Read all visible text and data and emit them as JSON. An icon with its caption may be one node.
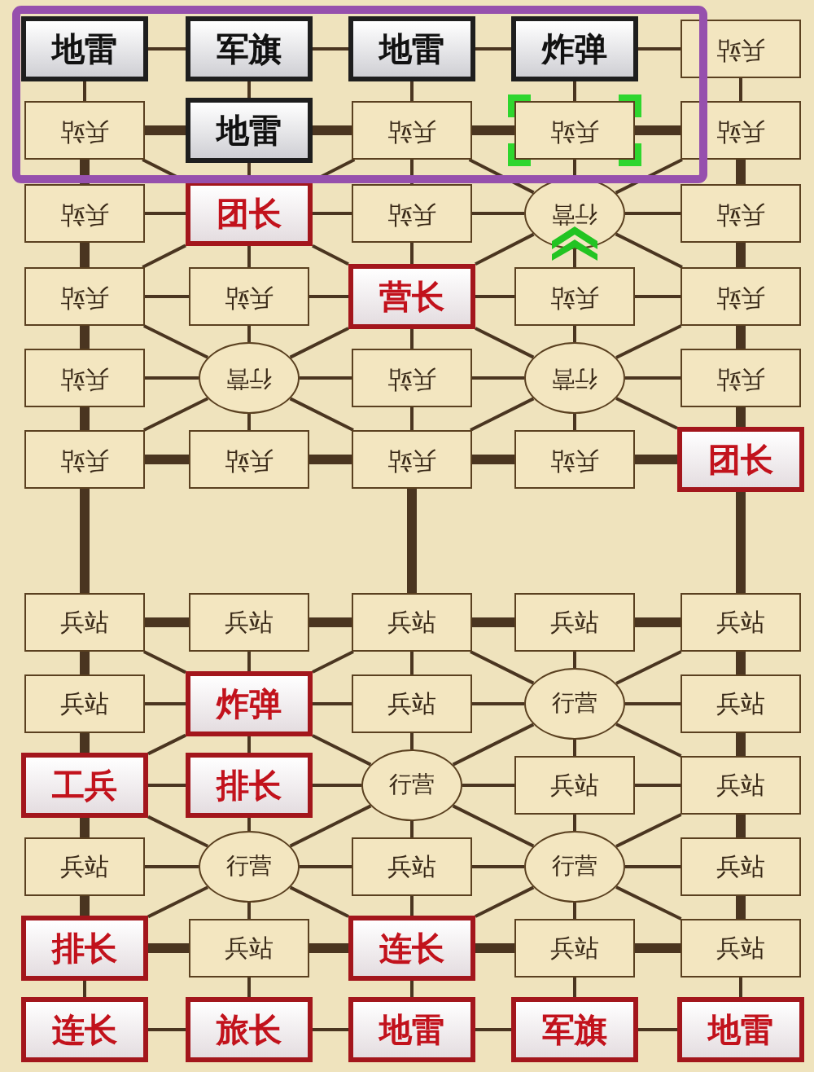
{
  "diagram": {
    "nodes": [
      {
        "text": [
          "地雷"
        ]
      },
      {
        "text": [
          "军旗"
        ]
      },
      {
        "text": [
          "地雷"
        ]
      },
      {
        "text": [
          "炸弹"
        ]
      },
      {
        "text": [
          "兵站"
        ]
      },
      {
        "text": [
          "兵站"
        ]
      },
      {
        "text": [
          "地雷"
        ]
      },
      {
        "text": [
          "兵站"
        ]
      },
      {
        "text": [
          "兵站"
        ]
      },
      {
        "text": [
          "兵站"
        ]
      },
      {
        "text": [
          "兵站"
        ]
      },
      {
        "text": [
          "团长"
        ]
      },
      {
        "text": [
          "兵站"
        ]
      },
      {
        "text": [
          "行营"
        ]
      },
      {
        "text": [
          "兵站"
        ]
      },
      {
        "text": [
          "兵站"
        ]
      },
      {
        "text": [
          "兵站"
        ]
      },
      {
        "text": [
          "营长"
        ]
      },
      {
        "text": [
          "兵站"
        ]
      },
      {
        "text": [
          "兵站"
        ]
      },
      {
        "text": [
          "兵站"
        ]
      },
      {
        "text": [
          "行营"
        ]
      },
      {
        "text": [
          "兵站"
        ]
      },
      {
        "text": [
          "行营"
        ]
      },
      {
        "text": [
          "兵站"
        ]
      },
      {
        "text": [
          "兵站"
        ]
      },
      {
        "text": [
          "兵站"
        ]
      },
      {
        "text": [
          "兵站"
        ]
      },
      {
        "text": [
          "兵站"
        ]
      },
      {
        "text": [
          "团长"
        ]
      },
      {
        "text": [
          "兵站"
        ]
      },
      {
        "text": [
          "兵站"
        ]
      },
      {
        "text": [
          "兵站"
        ]
      },
      {
        "text": [
          "兵站"
        ]
      },
      {
        "text": [
          "兵站"
        ]
      },
      {
        "text": [
          "兵站"
        ]
      },
      {
        "text": [
          "炸弹"
        ]
      },
      {
        "text": [
          "兵站"
        ]
      },
      {
        "text": [
          "行营"
        ]
      },
      {
        "text": [
          "兵站"
        ]
      },
      {
        "text": [
          "工兵"
        ]
      },
      {
        "text": [
          "排长"
        ]
      },
      {
        "text": [
          "行营"
        ]
      },
      {
        "text": [
          "兵站"
        ]
      },
      {
        "text": [
          "兵站"
        ]
      },
      {
        "text": [
          "兵站"
        ]
      },
      {
        "text": [
          "行营"
        ]
      },
      {
        "text": [
          "兵站"
        ]
      },
      {
        "text": [
          "行营"
        ]
      },
      {
        "text": [
          "兵站"
        ]
      },
      {
        "text": [
          "排长"
        ]
      },
      {
        "text": [
          "兵站"
        ]
      },
      {
        "text": [
          "连长"
        ]
      },
      {
        "text": [
          "兵站"
        ]
      },
      {
        "text": [
          "兵站"
        ]
      },
      {
        "text": [
          "连长"
        ]
      },
      {
        "text": [
          "旅长"
        ]
      },
      {
        "text": [
          "地雷"
        ]
      },
      {
        "text": [
          "军旗"
        ]
      },
      {
        "text": [
          "地雷"
        ]
      }
    ],
    "edges": [
      {
        "from": 0,
        "to": 1,
        "arrow": "none"
      },
      {
        "from": 1,
        "to": 2,
        "arrow": "none"
      },
      {
        "from": 2,
        "to": 3,
        "arrow": "none"
      },
      {
        "from": 3,
        "to": 4,
        "arrow": "none"
      },
      {
        "from": 5,
        "to": 6,
        "arrow": "none",
        "style": "thick"
      },
      {
        "from": 6,
        "to": 7,
        "arrow": "none",
        "style": "thick"
      },
      {
        "from": 7,
        "to": 8,
        "arrow": "none",
        "style": "thick"
      },
      {
        "from": 8,
        "to": 9,
        "arrow": "none",
        "style": "thick"
      },
      {
        "from": 10,
        "to": 11,
        "arrow": "none"
      },
      {
        "from": 11,
        "to": 12,
        "arrow": "none"
      },
      {
        "from": 12,
        "to": 13,
        "arrow": "none"
      },
      {
        "from": 13,
        "to": 14,
        "arrow": "none"
      },
      {
        "from": 15,
        "to": 16,
        "arrow": "none"
      },
      {
        "from": 16,
        "to": 17,
        "arrow": "none"
      },
      {
        "from": 17,
        "to": 18,
        "arrow": "none"
      },
      {
        "from": 18,
        "to": 19,
        "arrow": "none"
      },
      {
        "from": 20,
        "to": 21,
        "arrow": "none"
      },
      {
        "from": 21,
        "to": 22,
        "arrow": "none"
      },
      {
        "from": 22,
        "to": 23,
        "arrow": "none"
      },
      {
        "from": 23,
        "to": 24,
        "arrow": "none"
      },
      {
        "from": 25,
        "to": 26,
        "arrow": "none",
        "style": "thick"
      },
      {
        "from": 26,
        "to": 27,
        "arrow": "none",
        "style": "thick"
      },
      {
        "from": 27,
        "to": 28,
        "arrow": "none",
        "style": "thick"
      },
      {
        "from": 28,
        "to": 29,
        "arrow": "none",
        "style": "thick"
      },
      {
        "from": 30,
        "to": 31,
        "arrow": "none",
        "style": "thick"
      },
      {
        "from": 31,
        "to": 32,
        "arrow": "none",
        "style": "thick"
      },
      {
        "from": 32,
        "to": 33,
        "arrow": "none",
        "style": "thick"
      },
      {
        "from": 33,
        "to": 34,
        "arrow": "none",
        "style": "thick"
      },
      {
        "from": 35,
        "to": 36,
        "arrow": "none"
      },
      {
        "from": 36,
        "to": 37,
        "arrow": "none"
      },
      {
        "from": 37,
        "to": 38,
        "arrow": "none"
      },
      {
        "from": 38,
        "to": 39,
        "arrow": "none"
      },
      {
        "from": 40,
        "to": 41,
        "arrow": "none"
      },
      {
        "from": 41,
        "to": 42,
        "arrow": "none"
      },
      {
        "from": 42,
        "to": 43,
        "arrow": "none"
      },
      {
        "from": 43,
        "to": 44,
        "arrow": "none"
      },
      {
        "from": 45,
        "to": 46,
        "arrow": "none"
      },
      {
        "from": 46,
        "to": 47,
        "arrow": "none"
      },
      {
        "from": 47,
        "to": 48,
        "arrow": "none"
      },
      {
        "from": 48,
        "to": 49,
        "arrow": "none"
      },
      {
        "from": 50,
        "to": 51,
        "arrow": "none",
        "style": "thick"
      },
      {
        "from": 51,
        "to": 52,
        "arrow": "none",
        "style": "thick"
      },
      {
        "from": 52,
        "to": 53,
        "arrow": "none",
        "style": "thick"
      },
      {
        "from": 53,
        "to": 54,
        "arrow": "none",
        "style": "thick"
      },
      {
        "from": 55,
        "to": 56,
        "arrow": "none"
      },
      {
        "from": 56,
        "to": 57,
        "arrow": "none"
      },
      {
        "from": 57,
        "to": 58,
        "arrow": "none"
      },
      {
        "from": 58,
        "to": 59,
        "arrow": "none"
      },
      {
        "from": 0,
        "to": 5,
        "arrow": "none"
      },
      {
        "from": 5,
        "to": 10,
        "arrow": "none",
        "style": "thick"
      },
      {
        "from": 10,
        "to": 15,
        "arrow": "none",
        "style": "thick"
      },
      {
        "from": 15,
        "to": 20,
        "arrow": "none",
        "style": "thick"
      },
      {
        "from": 20,
        "to": 25,
        "arrow": "none",
        "style": "thick"
      },
      {
        "from": 25,
        "to": 30,
        "arrow": "none",
        "style": "thick"
      },
      {
        "from": 30,
        "to": 35,
        "arrow": "none",
        "style": "thick"
      },
      {
        "from": 35,
        "to": 40,
        "arrow": "none",
        "style": "thick"
      },
      {
        "from": 40,
        "to": 45,
        "arrow": "none",
        "style": "thick"
      },
      {
        "from": 45,
        "to": 50,
        "arrow": "none",
        "style": "thick"
      },
      {
        "from": 50,
        "to": 55,
        "arrow": "none"
      },
      {
        "from": 1,
        "to": 6,
        "arrow": "none"
      },
      {
        "from": 6,
        "to": 11,
        "arrow": "none"
      },
      {
        "from": 11,
        "to": 16,
        "arrow": "none"
      },
      {
        "from": 16,
        "to": 21,
        "arrow": "none"
      },
      {
        "from": 21,
        "to": 26,
        "arrow": "none"
      },
      {
        "from": 31,
        "to": 36,
        "arrow": "none"
      },
      {
        "from": 36,
        "to": 41,
        "arrow": "none"
      },
      {
        "from": 41,
        "to": 46,
        "arrow": "none"
      },
      {
        "from": 46,
        "to": 51,
        "arrow": "none"
      },
      {
        "from": 51,
        "to": 56,
        "arrow": "none"
      },
      {
        "from": 2,
        "to": 7,
        "arrow": "none"
      },
      {
        "from": 7,
        "to": 12,
        "arrow": "none"
      },
      {
        "from": 12,
        "to": 17,
        "arrow": "none"
      },
      {
        "from": 17,
        "to": 22,
        "arrow": "none"
      },
      {
        "from": 22,
        "to": 27,
        "arrow": "none"
      },
      {
        "from": 27,
        "to": 32,
        "arrow": "none",
        "style": "thick"
      },
      {
        "from": 32,
        "to": 37,
        "arrow": "none"
      },
      {
        "from": 37,
        "to": 42,
        "arrow": "none"
      },
      {
        "from": 42,
        "to": 47,
        "arrow": "none"
      },
      {
        "from": 47,
        "to": 52,
        "arrow": "none"
      },
      {
        "from": 52,
        "to": 57,
        "arrow": "none"
      },
      {
        "from": 3,
        "to": 8,
        "arrow": "none"
      },
      {
        "from": 8,
        "to": 13,
        "arrow": "none"
      },
      {
        "from": 13,
        "to": 18,
        "arrow": "none"
      },
      {
        "from": 18,
        "to": 23,
        "arrow": "none"
      },
      {
        "from": 23,
        "to": 28,
        "arrow": "none"
      },
      {
        "from": 33,
        "to": 38,
        "arrow": "none"
      },
      {
        "from": 38,
        "to": 43,
        "arrow": "none"
      },
      {
        "from": 43,
        "to": 48,
        "arrow": "none"
      },
      {
        "from": 48,
        "to": 53,
        "arrow": "none"
      },
      {
        "from": 53,
        "to": 58,
        "arrow": "none"
      },
      {
        "from": 4,
        "to": 9,
        "arrow": "none"
      },
      {
        "from": 9,
        "to": 14,
        "arrow": "none",
        "style": "thick"
      },
      {
        "from": 14,
        "to": 19,
        "arrow": "none",
        "style": "thick"
      },
      {
        "from": 19,
        "to": 24,
        "arrow": "none",
        "style": "thick"
      },
      {
        "from": 24,
        "to": 29,
        "arrow": "none",
        "style": "thick"
      },
      {
        "from": 29,
        "to": 34,
        "arrow": "none",
        "style": "thick"
      },
      {
        "from": 34,
        "to": 39,
        "arrow": "none",
        "style": "thick"
      },
      {
        "from": 39,
        "to": 44,
        "arrow": "none",
        "style": "thick"
      },
      {
        "from": 44,
        "to": 49,
        "arrow": "none",
        "style": "thick"
      },
      {
        "from": 49,
        "to": 54,
        "arrow": "none",
        "style": "thick"
      },
      {
        "from": 54,
        "to": 59,
        "arrow": "none"
      },
      {
        "from": 5,
        "to": 11,
        "arrow": "none"
      },
      {
        "from": 7,
        "to": 11,
        "arrow": "none"
      },
      {
        "from": 11,
        "to": 15,
        "arrow": "none"
      },
      {
        "from": 11,
        "to": 17,
        "arrow": "none"
      },
      {
        "from": 7,
        "to": 13,
        "arrow": "none"
      },
      {
        "from": 9,
        "to": 13,
        "arrow": "none"
      },
      {
        "from": 13,
        "to": 17,
        "arrow": "none"
      },
      {
        "from": 13,
        "to": 19,
        "arrow": "none"
      },
      {
        "from": 15,
        "to": 21,
        "arrow": "none"
      },
      {
        "from": 17,
        "to": 21,
        "arrow": "none"
      },
      {
        "from": 21,
        "to": 25,
        "arrow": "none"
      },
      {
        "from": 21,
        "to": 27,
        "arrow": "none"
      },
      {
        "from": 17,
        "to": 23,
        "arrow": "none"
      },
      {
        "from": 19,
        "to": 23,
        "arrow": "none"
      },
      {
        "from": 23,
        "to": 27,
        "arrow": "none"
      },
      {
        "from": 23,
        "to": 29,
        "arrow": "none"
      },
      {
        "from": 30,
        "to": 36,
        "arrow": "none"
      },
      {
        "from": 32,
        "to": 36,
        "arrow": "none"
      },
      {
        "from": 36,
        "to": 40,
        "arrow": "none"
      },
      {
        "from": 36,
        "to": 42,
        "arrow": "none"
      },
      {
        "from": 32,
        "to": 38,
        "arrow": "none"
      },
      {
        "from": 34,
        "to": 38,
        "arrow": "none"
      },
      {
        "from": 38,
        "to": 42,
        "arrow": "none"
      },
      {
        "from": 38,
        "to": 44,
        "arrow": "none"
      },
      {
        "from": 40,
        "to": 46,
        "arrow": "none"
      },
      {
        "from": 42,
        "to": 46,
        "arrow": "none"
      },
      {
        "from": 46,
        "to": 50,
        "arrow": "none"
      },
      {
        "from": 46,
        "to": 52,
        "arrow": "none"
      },
      {
        "from": 42,
        "to": 48,
        "arrow": "none"
      },
      {
        "from": 44,
        "to": 48,
        "arrow": "none"
      },
      {
        "from": 48,
        "to": 52,
        "arrow": "none"
      },
      {
        "from": 48,
        "to": 54,
        "arrow": "none"
      }
    ]
  }
}
